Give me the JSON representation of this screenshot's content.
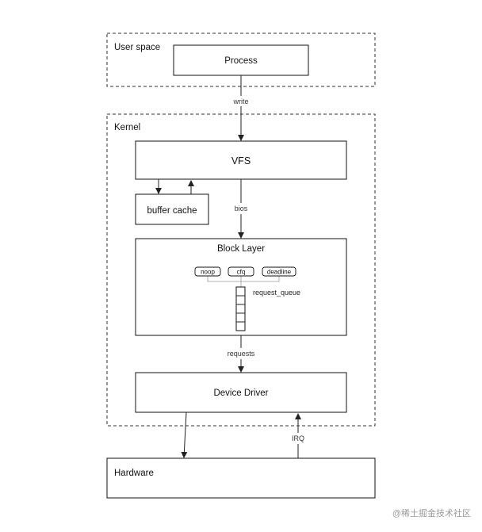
{
  "regions": {
    "user_space": "User space",
    "kernel": "Kernel",
    "hardware": "Hardware"
  },
  "boxes": {
    "process": "Process",
    "vfs": "VFS",
    "buffer_cache": "buffer cache",
    "block_layer": "Block Layer",
    "device_driver": "Device Driver"
  },
  "schedulers": [
    "noop",
    "cfq",
    "deadline"
  ],
  "queue_label": "request_queue",
  "edges": {
    "write": "write",
    "bios": "bios",
    "requests": "requests",
    "irq": "IRQ"
  },
  "watermark": "@稀土掘金技术社区"
}
